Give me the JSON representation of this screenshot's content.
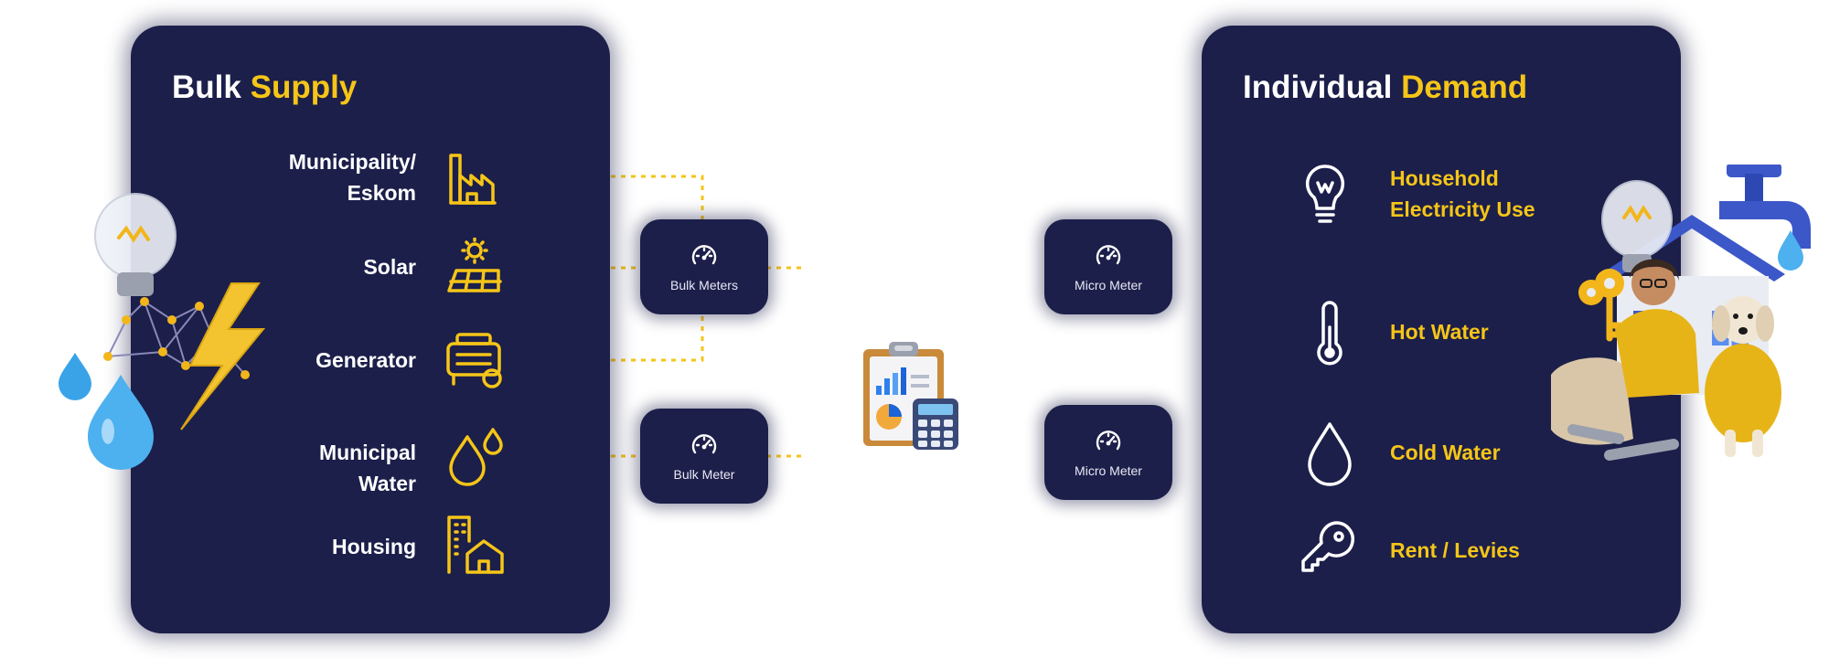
{
  "colors": {
    "panel": "#1c1f4a",
    "accent": "#f5c518",
    "text": "#ffffff",
    "connector": "#f5c518"
  },
  "supply": {
    "title_plain": "Bulk",
    "title_highlight": "Supply",
    "items": [
      {
        "label_line1": "Municipality/",
        "label_line2": "Eskom",
        "icon": "factory-icon"
      },
      {
        "label_line1": "Solar",
        "label_line2": "",
        "icon": "solar-panel-icon"
      },
      {
        "label_line1": "Generator",
        "label_line2": "",
        "icon": "generator-icon"
      },
      {
        "label_line1": "Municipal",
        "label_line2": "Water",
        "icon": "water-drops-icon"
      },
      {
        "label_line1": "Housing",
        "label_line2": "",
        "icon": "housing-icon"
      }
    ]
  },
  "meters": {
    "bulk_electric": {
      "label": "Bulk Meters",
      "icon": "gauge-icon"
    },
    "bulk_water": {
      "label": "Bulk Meter",
      "icon": "gauge-icon"
    },
    "micro_top": {
      "label": "Micro Meter",
      "icon": "gauge-icon"
    },
    "micro_bottom": {
      "label": "Micro Meter",
      "icon": "gauge-icon"
    }
  },
  "center": {
    "icon": "report-calculator-icon"
  },
  "demand": {
    "title_plain": "Individual",
    "title_highlight": "Demand",
    "items": [
      {
        "label_line1": "Household",
        "label_line2": "Electricity Use",
        "icon": "light-bulb-icon"
      },
      {
        "label_line1": "Hot Water",
        "label_line2": "",
        "icon": "thermometer-icon"
      },
      {
        "label_line1": "Cold Water",
        "label_line2": "",
        "icon": "water-drop-icon"
      },
      {
        "label_line1": "Rent / Levies",
        "label_line2": "",
        "icon": "key-icon"
      }
    ]
  },
  "illustrations": {
    "left": "bulb-lightning-water-illustration",
    "right": "house-person-dog-illustration"
  }
}
